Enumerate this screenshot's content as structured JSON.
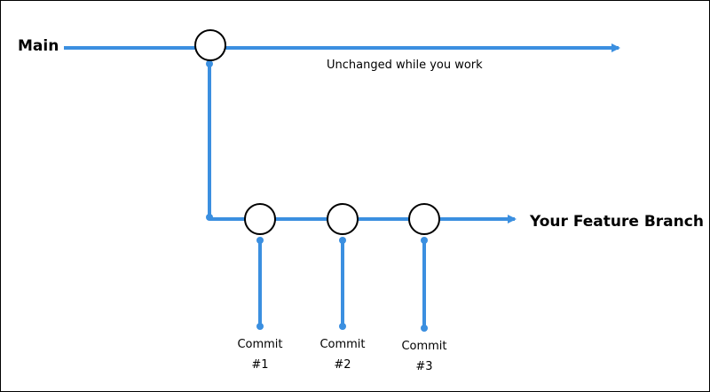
{
  "labels": {
    "main": "Main",
    "feature_branch": "Your Feature Branch",
    "main_note": "Unchanged while you work"
  },
  "commits": [
    {
      "word": "Commit",
      "number": "#1"
    },
    {
      "word": "Commit",
      "number": "#2"
    },
    {
      "word": "Commit",
      "number": "#3"
    }
  ],
  "colors": {
    "line": "#3b8fe0",
    "text": "#000000",
    "node_fill": "#ffffff",
    "node_stroke": "#000000",
    "border": "#000000"
  }
}
